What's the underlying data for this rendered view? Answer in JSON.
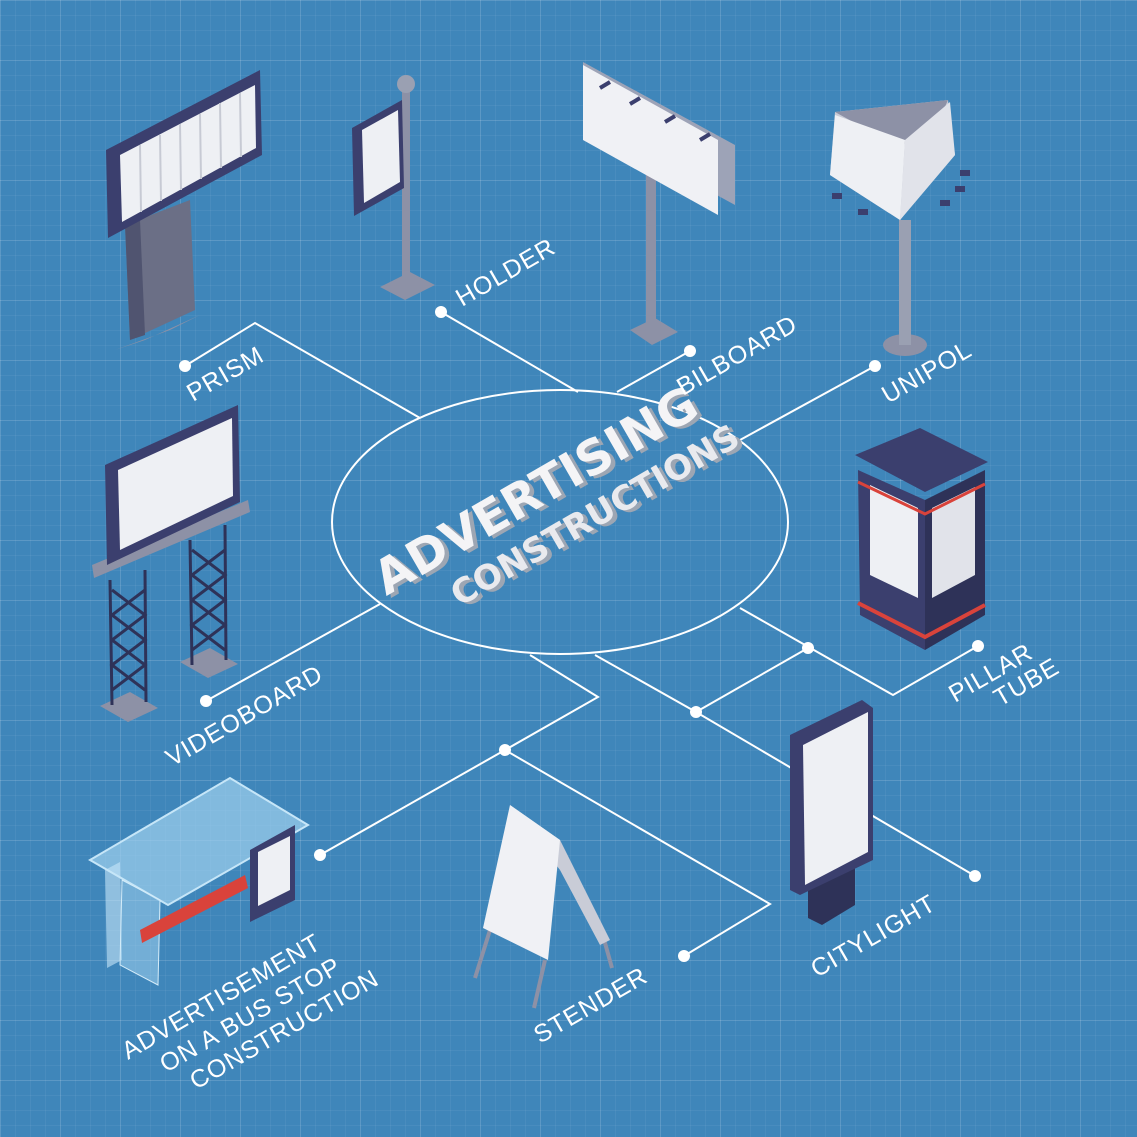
{
  "title": {
    "line1": "ADVERTISING",
    "line2": "CONSTRUCTIONS"
  },
  "labels": {
    "prism": "PRISM",
    "holder": "HOLDER",
    "billboard": "BILBOARD",
    "unipol": "UNIPOL",
    "videoboard": "VIDEOBOARD",
    "pillar_line1": "PILLAR",
    "pillar_line2": "TUBE",
    "bus_line1": "ADVERTISEMENT",
    "bus_line2": "ON A BUS STOP",
    "bus_line3": "CONSTRUCTION",
    "stender": "STENDER",
    "citylight": "CITYLIGHT"
  },
  "colors": {
    "background": "#3f86ba",
    "line": "#ffffff",
    "frame": "#3b3f6e",
    "panel": "#f1f1f3",
    "accent": "#d9433b"
  }
}
